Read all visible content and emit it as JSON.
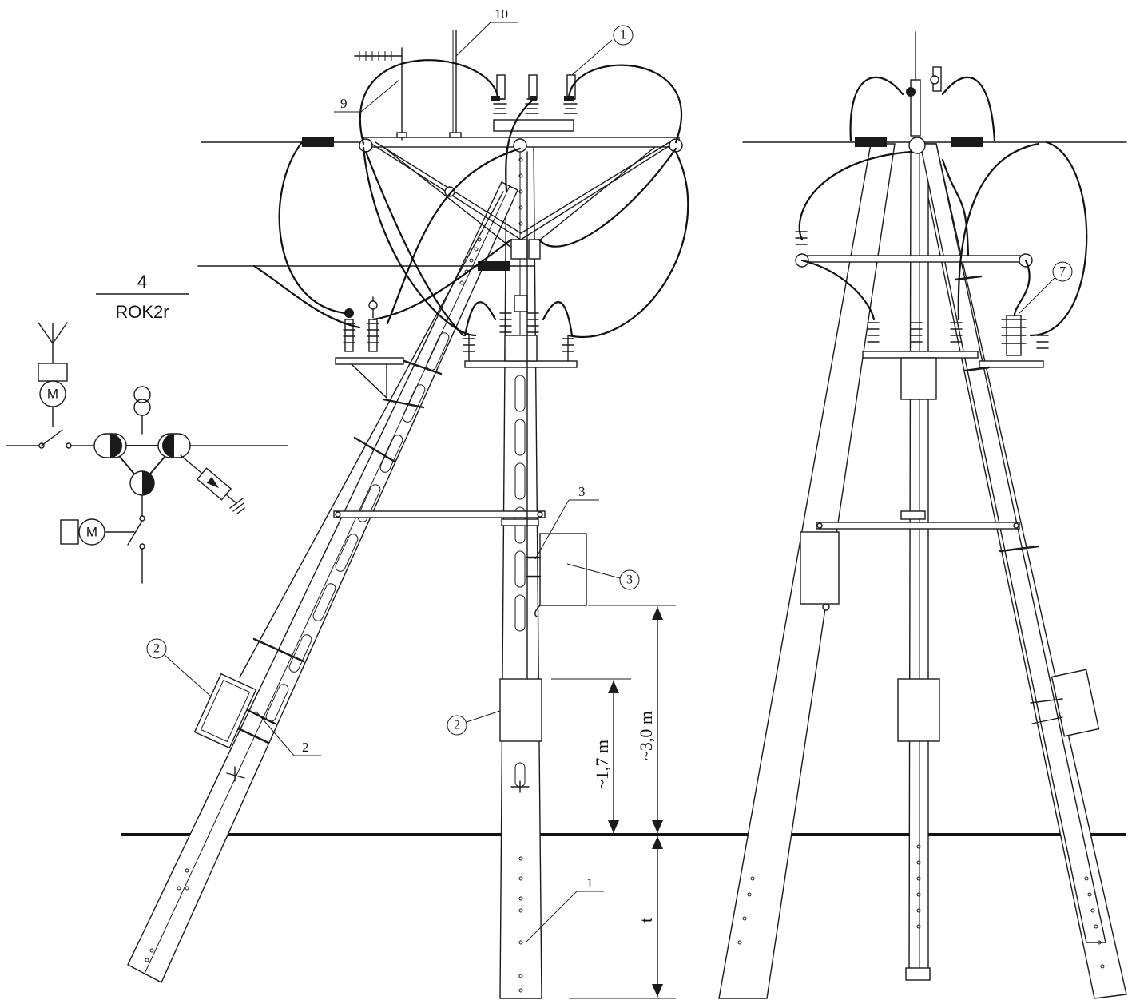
{
  "schematic": {
    "type_number": "4",
    "type_code": "ROK2r",
    "motor_label": "M"
  },
  "callouts": {
    "c1": "1",
    "c2": "2",
    "c3": "3",
    "c7": "7",
    "plain_10": "10",
    "plain_9": "9",
    "plain_3": "3",
    "plain_2": "2",
    "plain_1": "1"
  },
  "dimensions": {
    "height_3m": "~3,0 m",
    "height_17m": "~1,7 m",
    "depth": "t"
  }
}
